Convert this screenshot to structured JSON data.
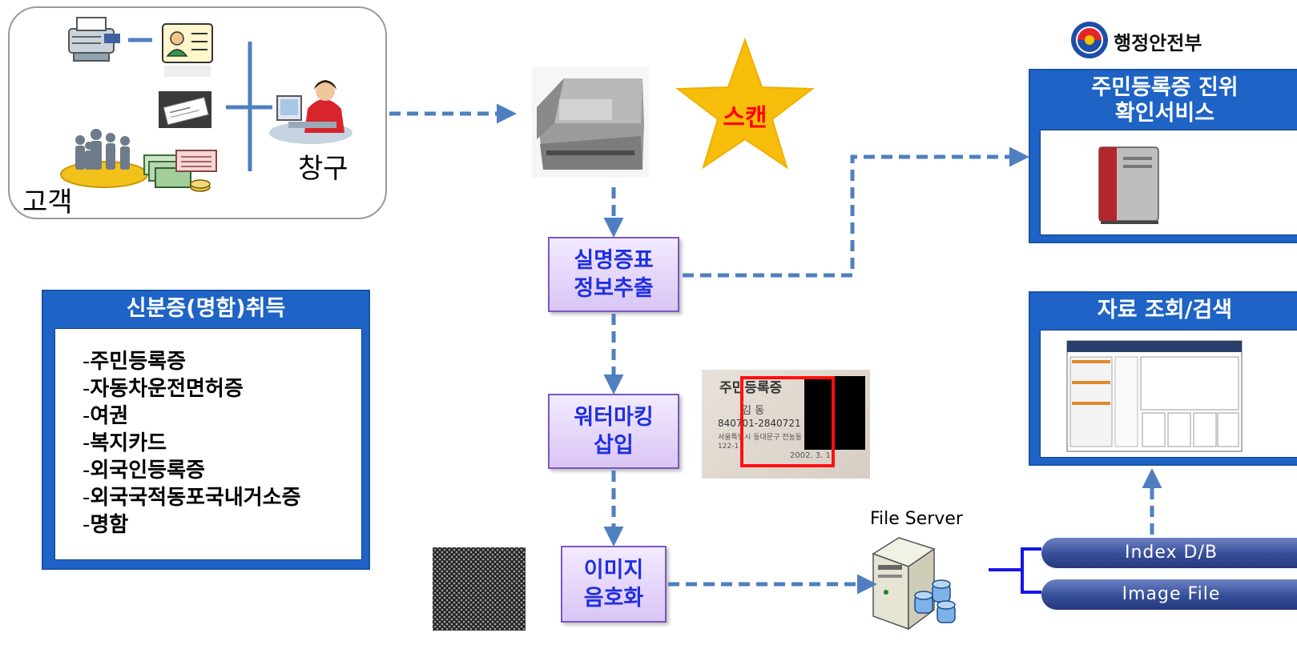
{
  "customer_area": {
    "customer_label": "고객",
    "counter_label": "창구"
  },
  "scan_label": "스캔",
  "ministry": {
    "name": "행정안전부",
    "logo_icon": "ministry-emblem-icon"
  },
  "verification_panel": {
    "title": "주민등록증 진위\n확인서비스"
  },
  "search_panel": {
    "title": "자료 조회/검색"
  },
  "steps": {
    "extract": "실명증표\n정보추출",
    "watermark": "워터마킹\n삽입",
    "encrypt": "이미지\n음호화"
  },
  "id_acquisition": {
    "title": "신분증(명함)취득",
    "items": [
      "주민등록증",
      "자동차운전면허증",
      "여권",
      "복지카드",
      "외국인등록증",
      "외국국적동포국내거소증",
      "명함"
    ]
  },
  "file_server_label": "File Server",
  "storage": {
    "index_db": "Index D/B",
    "image_file": "Image File"
  },
  "id_card_sample": {
    "heading": "주민등록증",
    "name": "김 동",
    "number": "840701-2840721",
    "address": "서울특별시 동대문구 전농동\n122-1",
    "date": "2002. 3. 1."
  },
  "colors": {
    "arrow": "#4f7fc0",
    "process_text": "#1f2fe0",
    "panel_blue": "#1e63c5",
    "star": "#f7bd0b",
    "scan_text": "#ff0000",
    "connector": "#1515e8"
  }
}
